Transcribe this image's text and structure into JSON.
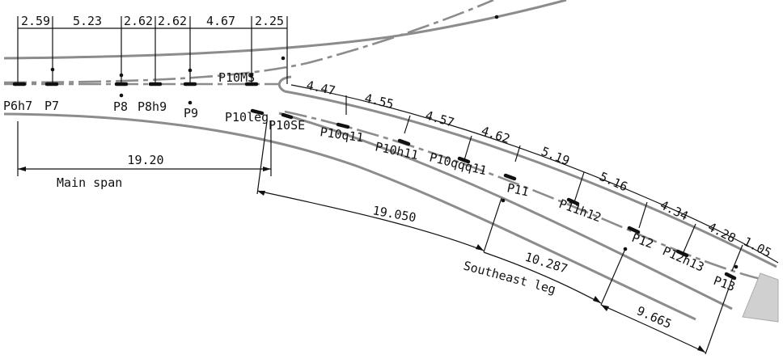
{
  "top_dimensions": [
    "2.59",
    "5.23",
    "2.62",
    "2.62",
    "4.67",
    "2.25"
  ],
  "piers_main": [
    "P6h7",
    "P7",
    "P8",
    "P8h9",
    "P9",
    "P10MS",
    "P10leg",
    "P10SE"
  ],
  "leg_dimensions": [
    "4.47",
    "4.55",
    "4.57",
    "4.62",
    "5.19",
    "5.16",
    "4.34",
    "4.28",
    "1.05"
  ],
  "piers_leg": [
    "P10q11",
    "P10h11",
    "P10qqq11",
    "P11",
    "P11h12",
    "P12",
    "P12h13",
    "P13"
  ],
  "main_span": {
    "length": "19.20",
    "label": "Main span"
  },
  "southeast_leg": {
    "total": "19.050",
    "segment1": "10.287",
    "segment2": "9.665",
    "label": "Southeast leg"
  },
  "colors": {
    "alignment": "#8c8c8c",
    "ink": "#111111",
    "abutment": "#d0d0d0"
  }
}
